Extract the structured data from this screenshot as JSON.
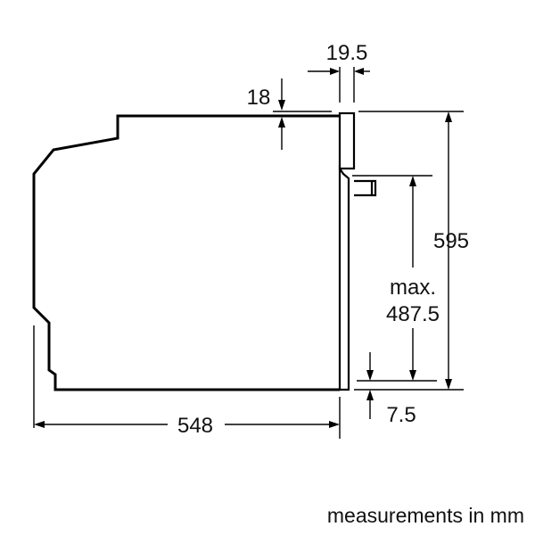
{
  "dimensions": {
    "front_thickness": "19.5",
    "top_gap": "18",
    "total_height": "595",
    "cavity_height_label": "max.",
    "cavity_height_value": "487.5",
    "bottom_gap": "7.5",
    "depth": "548"
  },
  "caption": "measurements in mm",
  "colors": {
    "line": "#000000",
    "background": "#ffffff"
  }
}
